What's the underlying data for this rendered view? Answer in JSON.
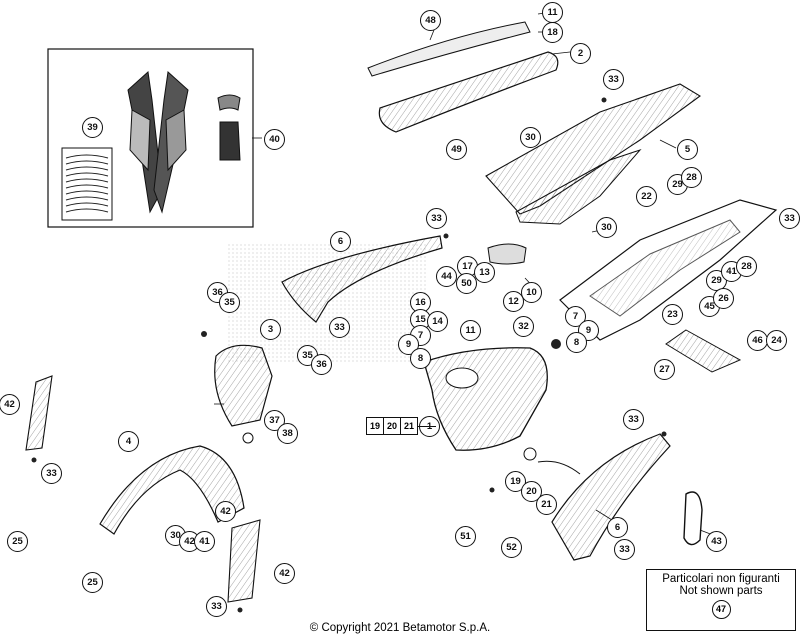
{
  "callouts": {
    "c48": "48",
    "c11a": "11",
    "c18": "18",
    "c2": "2",
    "c33a": "33",
    "c30a": "30",
    "c5": "5",
    "c49": "49",
    "c39": "39",
    "c40": "40",
    "c33b": "33",
    "c6a": "6",
    "c30b": "30",
    "c22": "22",
    "c29a": "29",
    "c28a": "28",
    "c33c": "33",
    "c29b": "29",
    "c41a": "41",
    "c28b": "28",
    "c45": "45",
    "c26": "26",
    "c23": "23",
    "c46": "46",
    "c24": "24",
    "c27": "27",
    "c17": "17",
    "c13": "13",
    "c44": "44",
    "c50": "50",
    "c12": "12",
    "c10": "10",
    "c16": "16",
    "c15": "15",
    "c14": "14",
    "c7a": "7",
    "c9a": "9",
    "c8a": "8",
    "c11b": "11",
    "c32": "32",
    "c7b": "7",
    "c9b": "9",
    "c8b": "8",
    "c36a": "36",
    "c35a": "35",
    "c33d": "33",
    "c3": "3",
    "c35b": "35",
    "c36b": "36",
    "c37": "37",
    "c38": "38",
    "c42a": "42",
    "c33e": "33",
    "c4": "4",
    "c30c": "30",
    "c42b": "42",
    "c41b": "41",
    "c42c": "42",
    "c25a": "25",
    "c25b": "25",
    "c33f": "33",
    "c1": "1",
    "c33g": "33",
    "c6b": "6",
    "c19": "19",
    "c20": "20",
    "c21": "21",
    "c51": "51",
    "c52": "52",
    "c33h": "33",
    "c43": "43"
  },
  "group_box": [
    "19",
    "20",
    "21"
  ],
  "group_box_target": "1",
  "note": {
    "line1": "Particolari non figuranti",
    "line2": "Not shown parts",
    "ref": "47"
  },
  "copyright": "© Copyright 2021 Betamotor S.p.A."
}
